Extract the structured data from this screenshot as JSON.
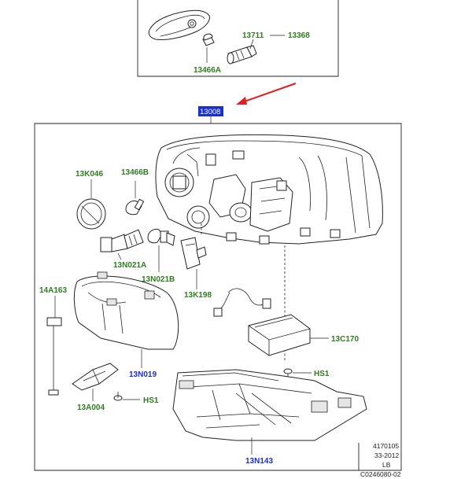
{
  "callouts": {
    "c13711": "13711",
    "c13368": "13368",
    "c13466a": "13466A",
    "c13008": "13008",
    "c13k046": "13K046",
    "c13466b": "13466B",
    "c13n021a": "13N021A",
    "c13n021b": "13N021B",
    "c13k198": "13K198",
    "c14a163": "14A163",
    "c13c170": "13C170",
    "c13n019": "13N019",
    "c13a004": "13A004",
    "c_hs1_a": "HS1",
    "c_hs1_b": "HS1",
    "c13n143": "13N143"
  },
  "footer": {
    "line1": "4170105",
    "line2": "33-2012",
    "line3": "LB",
    "line4": "C0246080-02"
  },
  "colors": {
    "callout_green": "#2e7d1e",
    "callout_blue": "#1a2fd0",
    "highlight_box": "#1a2fd0",
    "arrow_red": "#e02020"
  }
}
